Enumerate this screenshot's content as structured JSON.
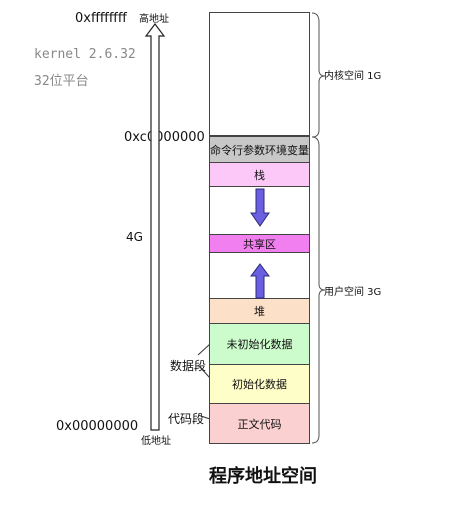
{
  "title": "程序地址空间",
  "note": {
    "line1": "kernel 2.6.32",
    "line2": "32位平台"
  },
  "addresses": {
    "top": "0xffffffff",
    "kernel_boundary": "0xc0000000",
    "bottom": "0x00000000"
  },
  "axis": {
    "high": "高地址",
    "low": "低地址",
    "size": "4G"
  },
  "side_labels": {
    "data_segment": "数据段",
    "code_segment": "代码段"
  },
  "segments": {
    "kernel": "",
    "cmdline_env": "命令行参数环境变量",
    "stack": "栈",
    "shared": "共享区",
    "heap": "堆",
    "bss": "未初始化数据",
    "data": "初始化数据",
    "text": "正文代码"
  },
  "regions": {
    "kernel": "内核空间 1G",
    "user": "用户空间 3G"
  },
  "colors": {
    "cmdline_env": "#c8c8c8",
    "stack": "#fbc8f8",
    "shared": "#f27ff0",
    "heap": "#fde0c8",
    "bss": "#ccfccc",
    "data": "#fefec8",
    "text": "#fad0d0",
    "arrow": "#6a5fe0"
  }
}
